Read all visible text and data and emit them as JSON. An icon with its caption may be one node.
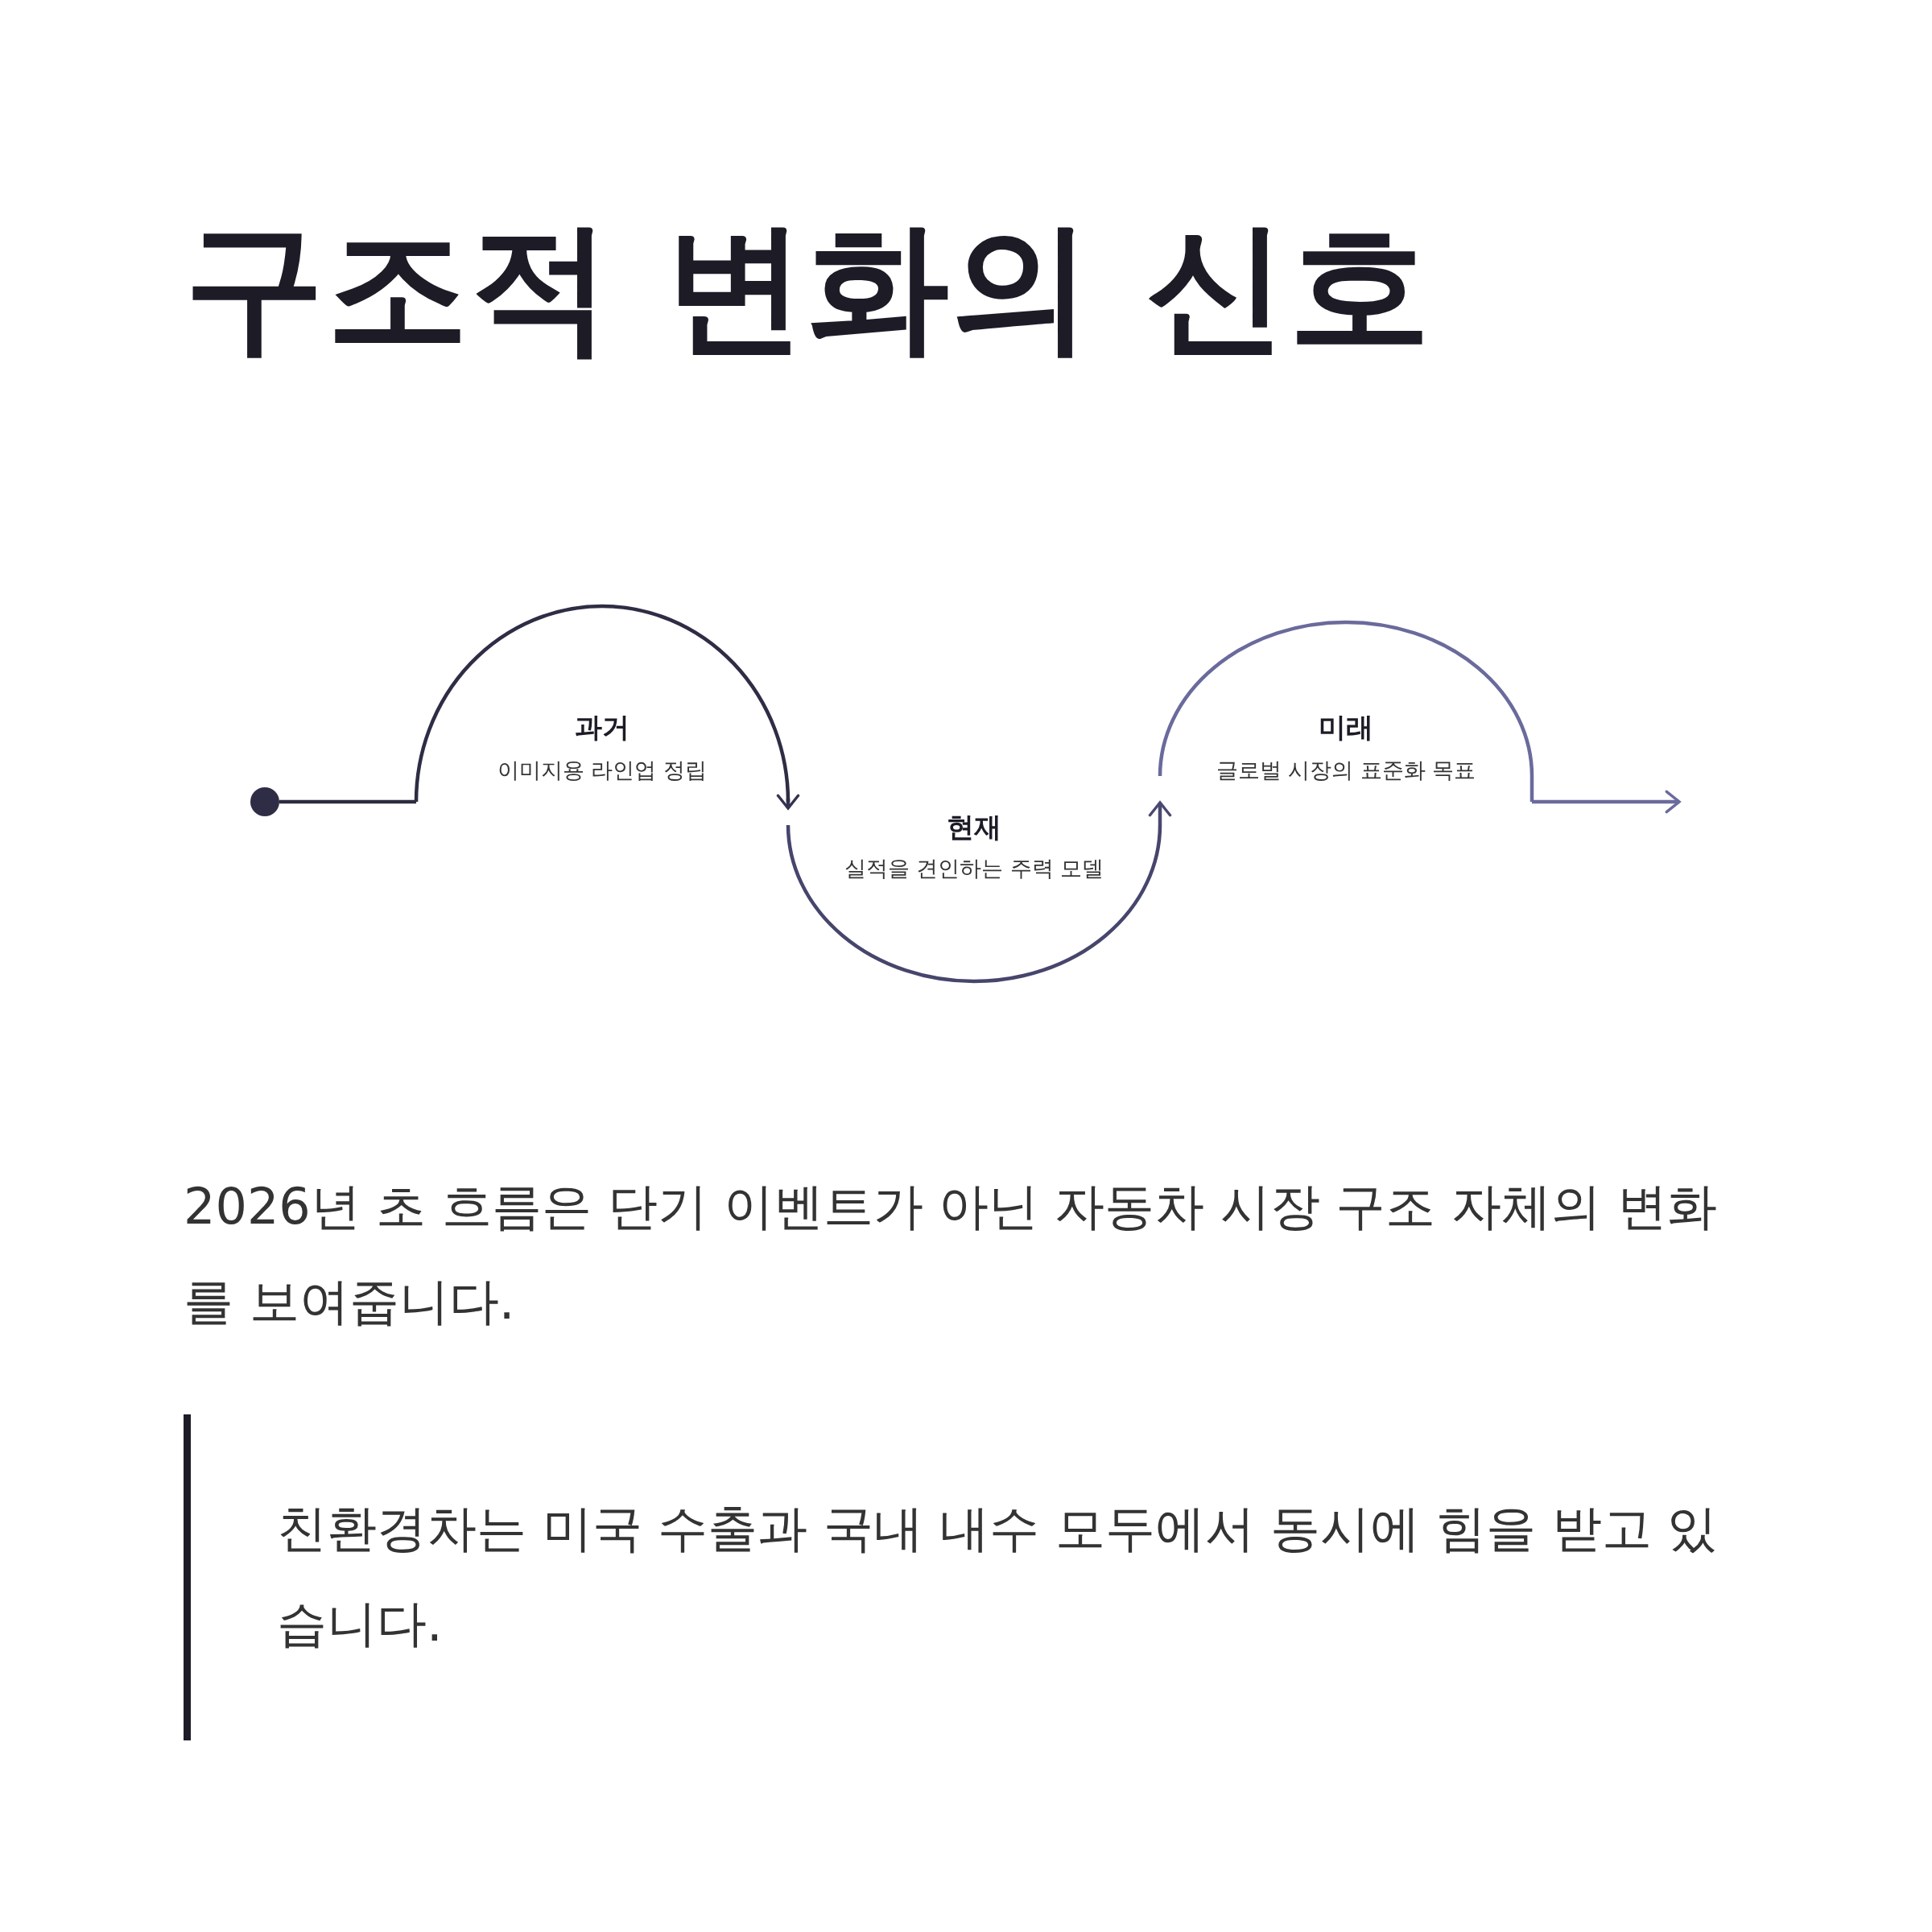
{
  "diagram": {
    "title": "구조적 변화의 신호",
    "nodes": [
      {
        "text": [],
        "shape": "circle"
      },
      {
        "text": [
          "과거",
          "이미지용 라인업 정립"
        ]
      },
      {
        "text": [
          "현재",
          "실적을 견인하는 주력 모델"
        ]
      },
      {
        "text": [
          "미래",
          "글로벌 시장의 표준화 목표"
        ]
      }
    ],
    "edges": [
      {
        "from": 0,
        "to": 1,
        "arrow": "none",
        "color": "#2c2b40"
      },
      {
        "from": 1,
        "to": 2,
        "arrow": "to",
        "color": "#34334f"
      },
      {
        "from": 2,
        "to": 3,
        "arrow": "to",
        "color": "#4a4970"
      },
      {
        "from": 3,
        "to": null,
        "arrow": "to",
        "color": "#6a6a9c"
      }
    ],
    "labels": [
      "2026년 초 흐름은 단기 이벤트가 아닌 자동차 시장 구조 자체의 변화를 보여줍니다.",
      "친환경차는 미국 수출과 국내 내수 모두에서 동시에 힘을 받고 있습니다."
    ]
  }
}
